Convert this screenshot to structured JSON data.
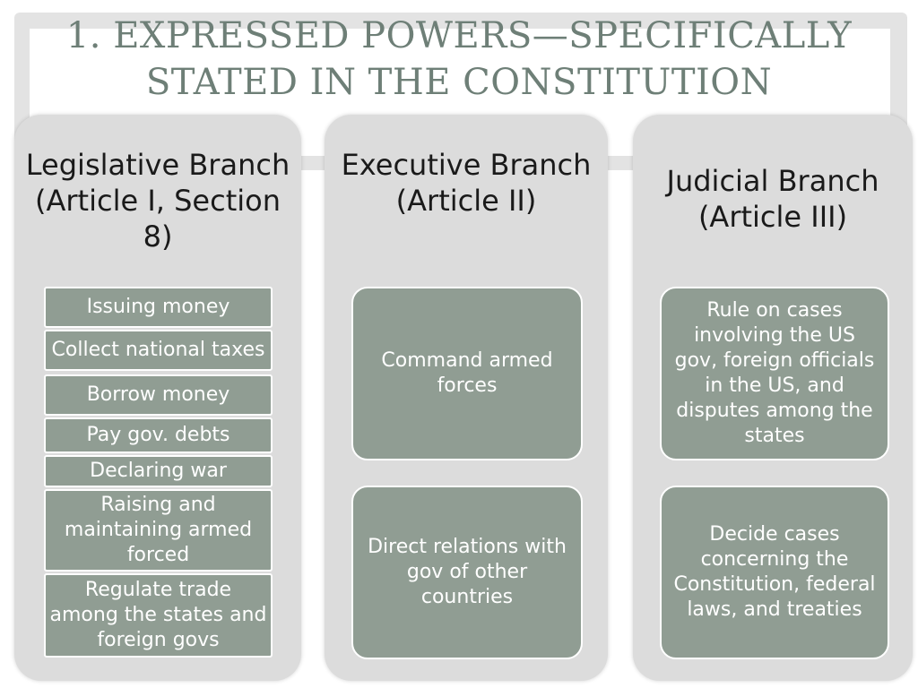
{
  "title_line1": "1.  Expressed Powers—Specifically",
  "title_line2": "stated in the Constitution",
  "columns": [
    {
      "heading": "Legislative Branch (Article I, Section 8)",
      "items": [
        "Issuing money",
        "Collect national taxes",
        "Borrow money",
        "Pay gov. debts",
        "Declaring war",
        "Raising and maintaining armed forced",
        "Regulate trade among the states and foreign govs"
      ]
    },
    {
      "heading": "Executive Branch (Article II)",
      "items": [
        "Command armed forces",
        "Direct relations with gov of other countries"
      ]
    },
    {
      "heading": "Judicial Branch (Article III)",
      "items": [
        "Rule on cases involving the US gov, foreign officials in the US, and disputes among the states",
        "Decide cases concerning the Constitution, federal laws, and treaties"
      ]
    }
  ],
  "colors": {
    "title": "#6e7f77",
    "column_bg": "#dcdcdc",
    "box_fill": "#909d93",
    "box_text": "#ffffff"
  }
}
